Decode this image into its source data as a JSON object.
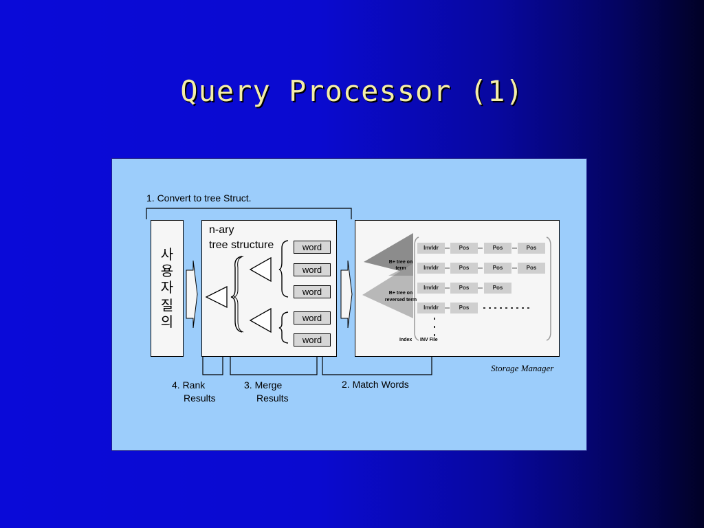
{
  "slide": {
    "title": "Query Processor (1)"
  },
  "diagram": {
    "step1": "1. Convert to tree Struct.",
    "user_query_chars": [
      "사",
      "용",
      "자",
      "질",
      "의"
    ],
    "tree": {
      "title_line1": "n-ary",
      "title_line2": "tree structure",
      "words": [
        "word",
        "word",
        "word",
        "word",
        "word"
      ]
    },
    "storage": {
      "btree_term_line1": "B+ tree on",
      "btree_term_line2": "term",
      "btree_rev_line1": "B+ tree on",
      "btree_rev_line2": "reversed term",
      "index_label": "Index",
      "inv_file_label": "INV File",
      "rows": [
        {
          "head": "InvIdr",
          "cells": [
            "Pos",
            "Pos",
            "Pos"
          ]
        },
        {
          "head": "InvIdr",
          "cells": [
            "Pos",
            "Pos",
            "Pos"
          ]
        },
        {
          "head": "InvIdr",
          "cells": [
            "Pos",
            "Pos"
          ]
        },
        {
          "head": "InvIdr",
          "cells": [
            "Pos"
          ]
        }
      ],
      "caption": "Storage Manager"
    },
    "step2": "2. Match Words",
    "step3_line1": "3. Merge",
    "step3_line2": "Results",
    "step4_line1": "4. Rank",
    "step4_line2": "Results"
  }
}
